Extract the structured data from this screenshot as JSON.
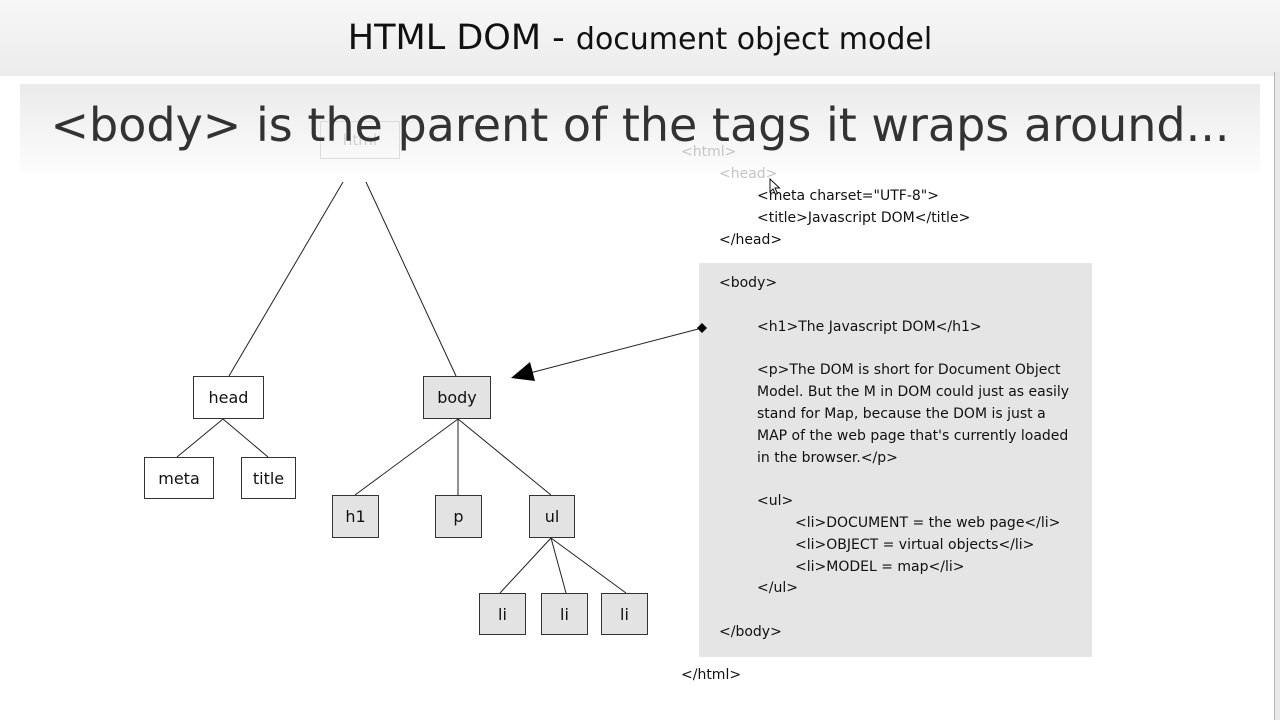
{
  "header": {
    "title_main": "HTML DOM",
    "title_sep": " - ",
    "title_sub": "document object model"
  },
  "caption": "<body> is the parent of the tags it wraps around...",
  "tree": {
    "ghost_root": "html",
    "nodes": {
      "head": "head",
      "body": "body",
      "meta": "meta",
      "title": "title",
      "h1": "h1",
      "p": "p",
      "ul": "ul",
      "li1": "li",
      "li2": "li",
      "li3": "li"
    }
  },
  "code": {
    "html_open": "<html>",
    "head_open": "<head>",
    "meta": "<meta charset=\"UTF-8\">",
    "title": "<title>Javascript DOM</title>",
    "head_close": "</head>",
    "body_open": "<body>",
    "h1": "<h1>The Javascript DOM</h1>",
    "p": "<p>The DOM is short for Document Object Model. But the M in DOM could just as easily stand for Map, because the DOM is just a MAP of the web page that's currently loaded in the browser.</p>",
    "ul_open": "<ul>",
    "li1": "<li>DOCUMENT = the web page</li>",
    "li2": "<li>OBJECT = virtual objects</li>",
    "li3": "<li>MODEL = map</li>",
    "ul_close": "</ul>",
    "body_close": "</body>",
    "html_close": "</html>"
  },
  "colors": {
    "gray_node": "#e3e3e3",
    "panel": "#e5e5e5",
    "line": "#222222"
  }
}
